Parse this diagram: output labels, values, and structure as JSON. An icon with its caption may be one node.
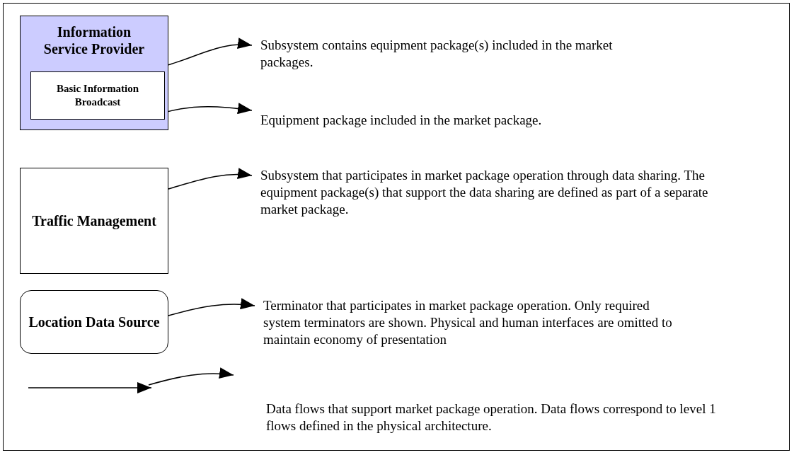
{
  "diagram": {
    "nodes": [
      {
        "text": [
          "Information Service Provider"
        ]
      },
      {
        "text": [
          "Basic Information Broadcast"
        ],
        "in": 0
      },
      {
        "text": [
          "Subsystem contains equipment package(s) included in the market packages."
        ]
      },
      {
        "text": [
          "Equipment package included in the market package."
        ]
      },
      {
        "text": [
          "Traffic Management"
        ]
      },
      {
        "text": [
          "Subsystem that participates in market package operation through data sharing.  The equipment package(s) that support the data sharing are defined as part of a separate market package."
        ]
      },
      {
        "text": [
          "Location Data Source"
        ]
      },
      {
        "text": [
          "Terminator that participates in market package operation.  Only required system terminators are shown.  Physical and human interfaces are omitted to maintain economy of presentation"
        ]
      },
      {
        "text": [
          "Data flows that support market package operation.  Data flows correspond to level 1 flows defined in the physical architecture."
        ]
      }
    ],
    "edges": [
      {
        "from": 0,
        "to": 2,
        "arrow": "to"
      },
      {
        "from": 1,
        "to": 3,
        "arrow": "to"
      },
      {
        "from": 4,
        "to": 5,
        "arrow": "to"
      },
      {
        "from": 6,
        "to": 7,
        "arrow": "to"
      },
      {
        "from": null,
        "to": 8,
        "arrow": "to"
      }
    ]
  }
}
